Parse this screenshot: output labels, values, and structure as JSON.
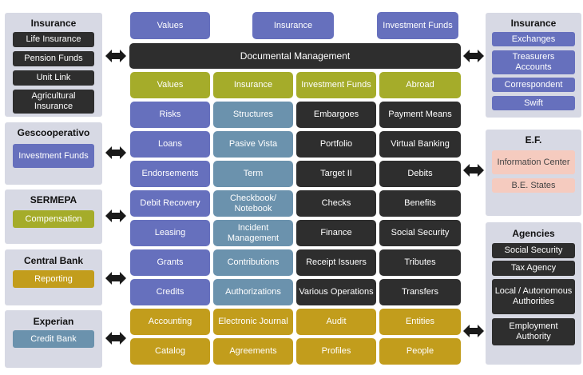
{
  "top_boxes": [
    "Values",
    "Insurance",
    "Investment Funds"
  ],
  "documental": "Documental Management",
  "grid": [
    [
      "Values",
      "Insurance",
      "Investment Funds",
      "Abroad"
    ],
    [
      "Risks",
      "Structures",
      "Embargoes",
      "Payment Means"
    ],
    [
      "Loans",
      "Pasive Vista",
      "Portfolio",
      "Virtual Banking"
    ],
    [
      "Endorsements",
      "Term",
      "Target II",
      "Debits"
    ],
    [
      "Debit Recovery",
      "Checkbook/ Notebook",
      "Checks",
      "Benefits"
    ],
    [
      "Leasing",
      "Incident Management",
      "Finance",
      "Social Security"
    ],
    [
      "Grants",
      "Contributions",
      "Receipt Issuers",
      "Tributes"
    ],
    [
      "Credits",
      "Authorizations",
      "Various Operations",
      "Transfers"
    ],
    [
      "Accounting",
      "Electronic Journal",
      "Audit",
      "Entities"
    ],
    [
      "Catalog",
      "Agreements",
      "Profiles",
      "People"
    ]
  ],
  "left_panels": [
    {
      "title": "Insurance",
      "items": [
        "Life Insurance",
        "Pension Funds",
        "Unit Link",
        "Agricultural Insurance"
      ]
    },
    {
      "title": "Gescooperativo",
      "items": [
        "Investment Funds"
      ]
    },
    {
      "title": "SERMEPA",
      "items": [
        "Compensation"
      ]
    },
    {
      "title": "Central Bank",
      "items": [
        "Reporting"
      ]
    },
    {
      "title": "Experian",
      "items": [
        "Credit Bank"
      ]
    }
  ],
  "right_panels": [
    {
      "title": "Insurance",
      "items": [
        "Exchanges",
        "Treasurers Accounts",
        "Correspondent",
        "Swift"
      ]
    },
    {
      "title": "E.F.",
      "items": [
        "Information Center",
        "B.E. States"
      ]
    },
    {
      "title": "Agencies",
      "items": [
        "Social Security",
        "Tax Agency",
        "Local / Autonomous Authorities",
        "Employment Authority"
      ]
    }
  ],
  "colors": {
    "blue": "#6670bd",
    "steel": "#6b92ad",
    "black": "#2e2e2e",
    "olive": "#a5ac2a",
    "gold": "#c29d1c",
    "pink": "#f5cbbf",
    "panel": "#d7d9e4"
  }
}
